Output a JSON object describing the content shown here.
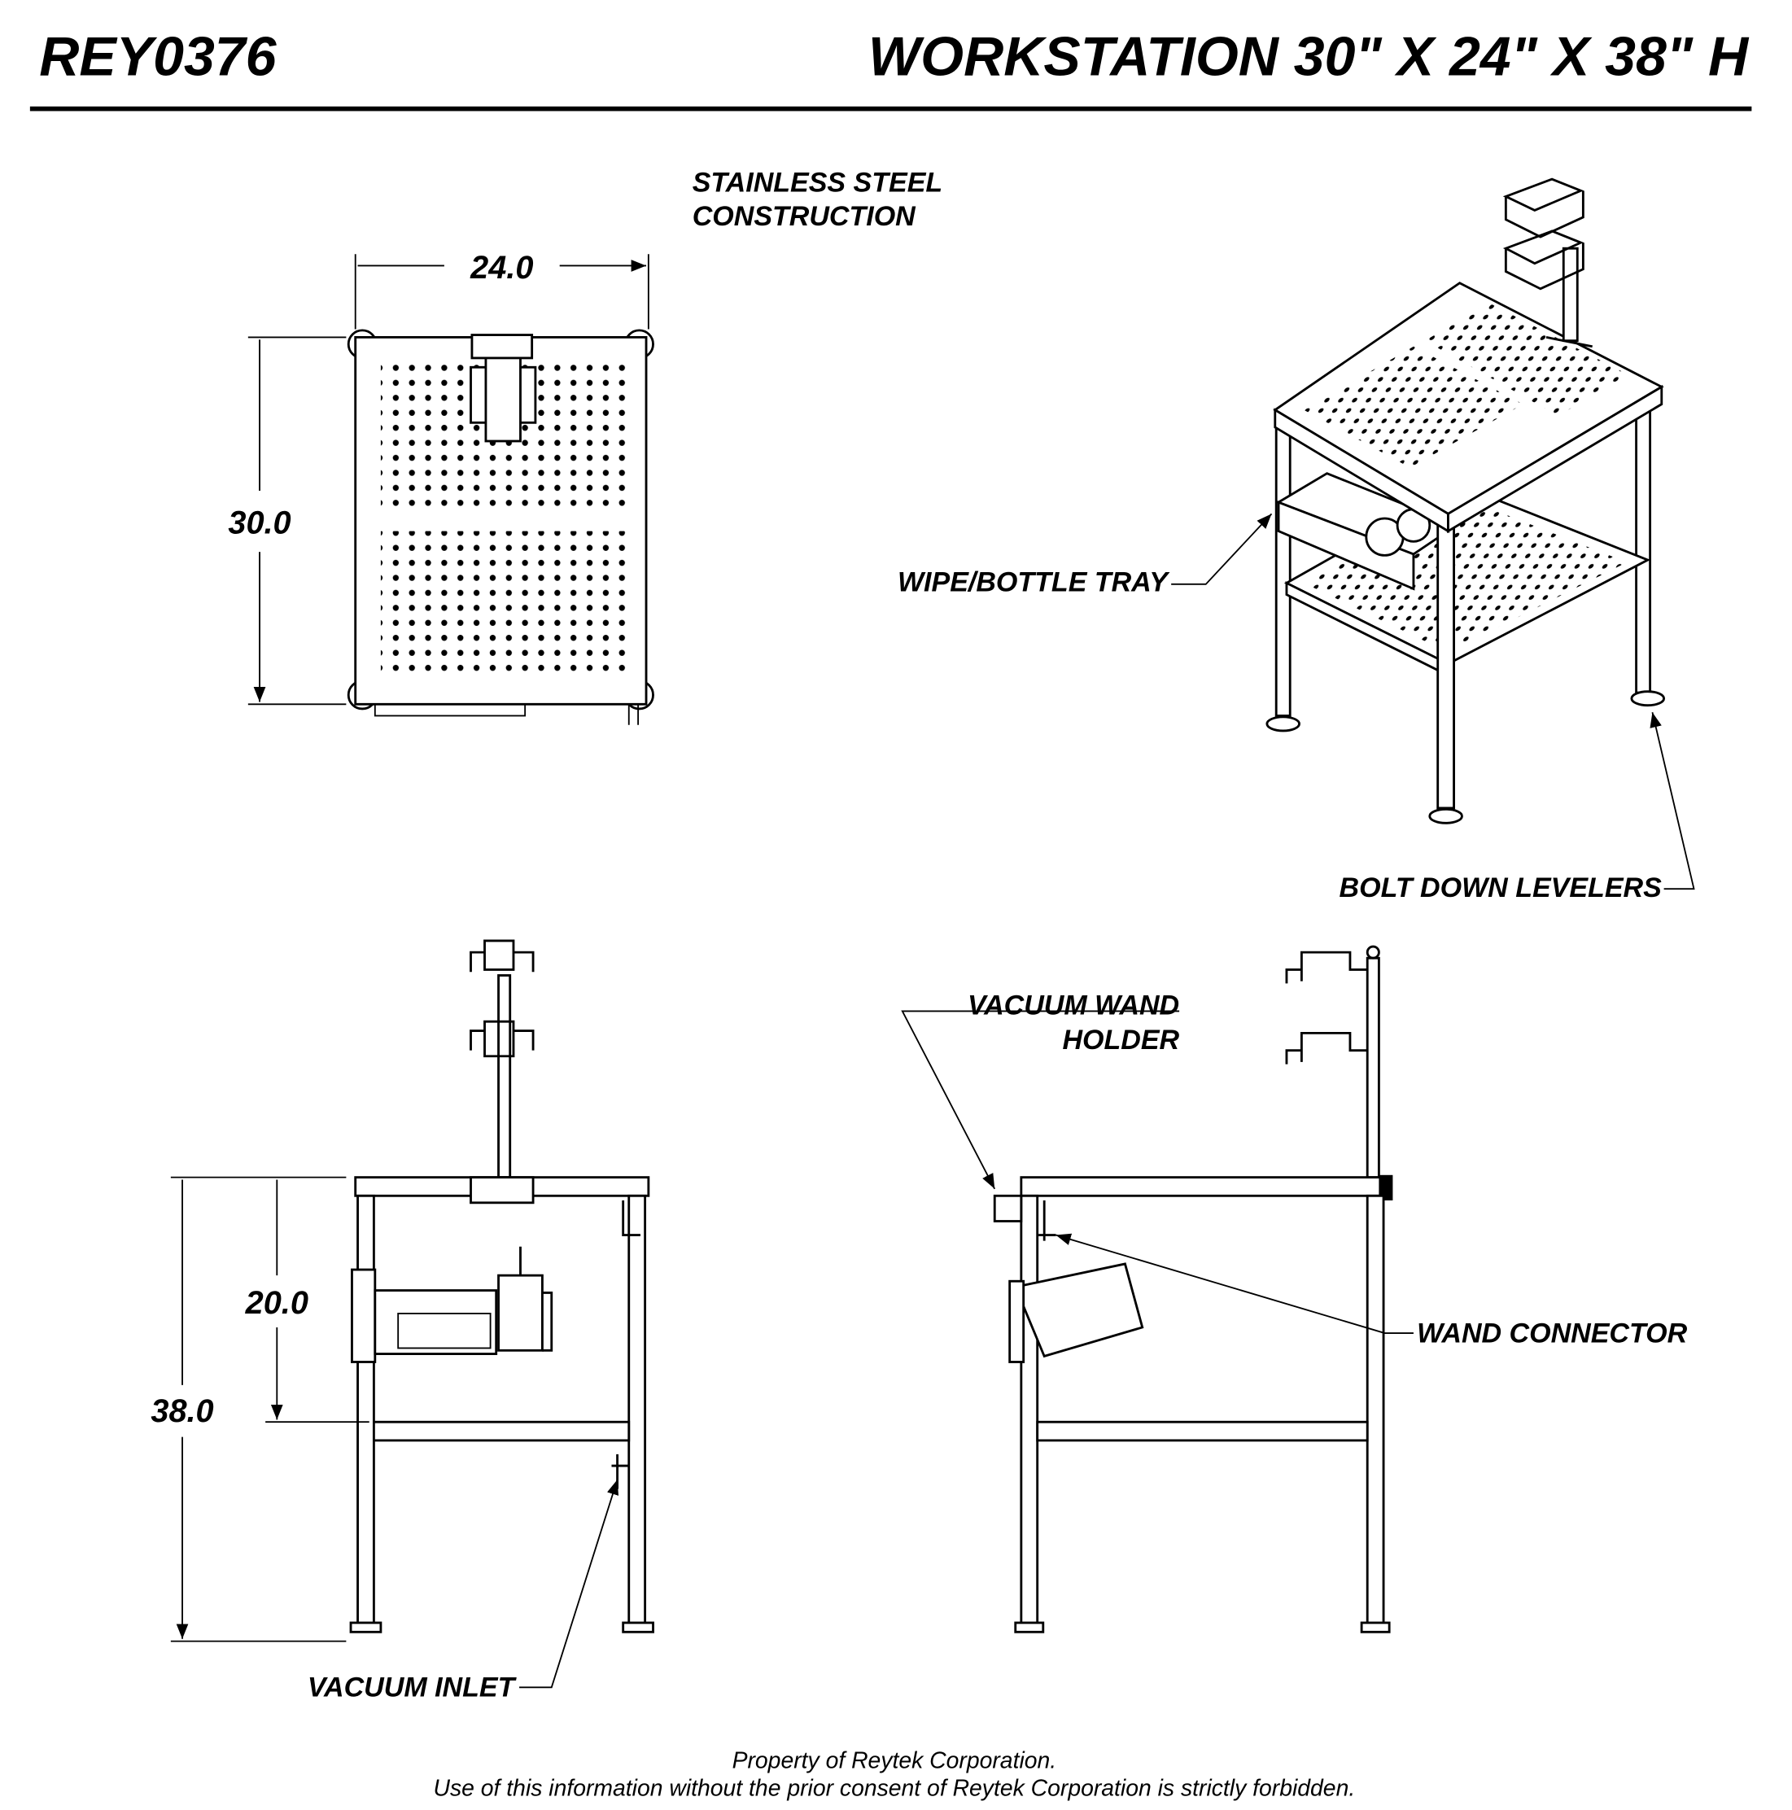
{
  "header": {
    "part_number": "REY0376",
    "title": "WORKSTATION 30\" X 24\" X 38\" H"
  },
  "notes": {
    "material_line1": "STAINLESS STEEL",
    "material_line2": "CONSTRUCTION"
  },
  "dimensions": {
    "width": "24.0",
    "depth": "30.0",
    "shelf_height": "20.0",
    "overall_height": "38.0"
  },
  "callouts": {
    "tray": "WIPE/BOTTLE TRAY",
    "levelers": "BOLT DOWN LEVELERS",
    "wand_holder_line1": "VACUUM WAND",
    "wand_holder_line2": "HOLDER",
    "wand_connector": "WAND CONNECTOR",
    "vacuum_inlet": "VACUUM INLET"
  },
  "footer": {
    "line1": "Property of Reytek Corporation.",
    "line2": "Use of this information without the prior consent of Reytek Corporation is strictly forbidden."
  }
}
